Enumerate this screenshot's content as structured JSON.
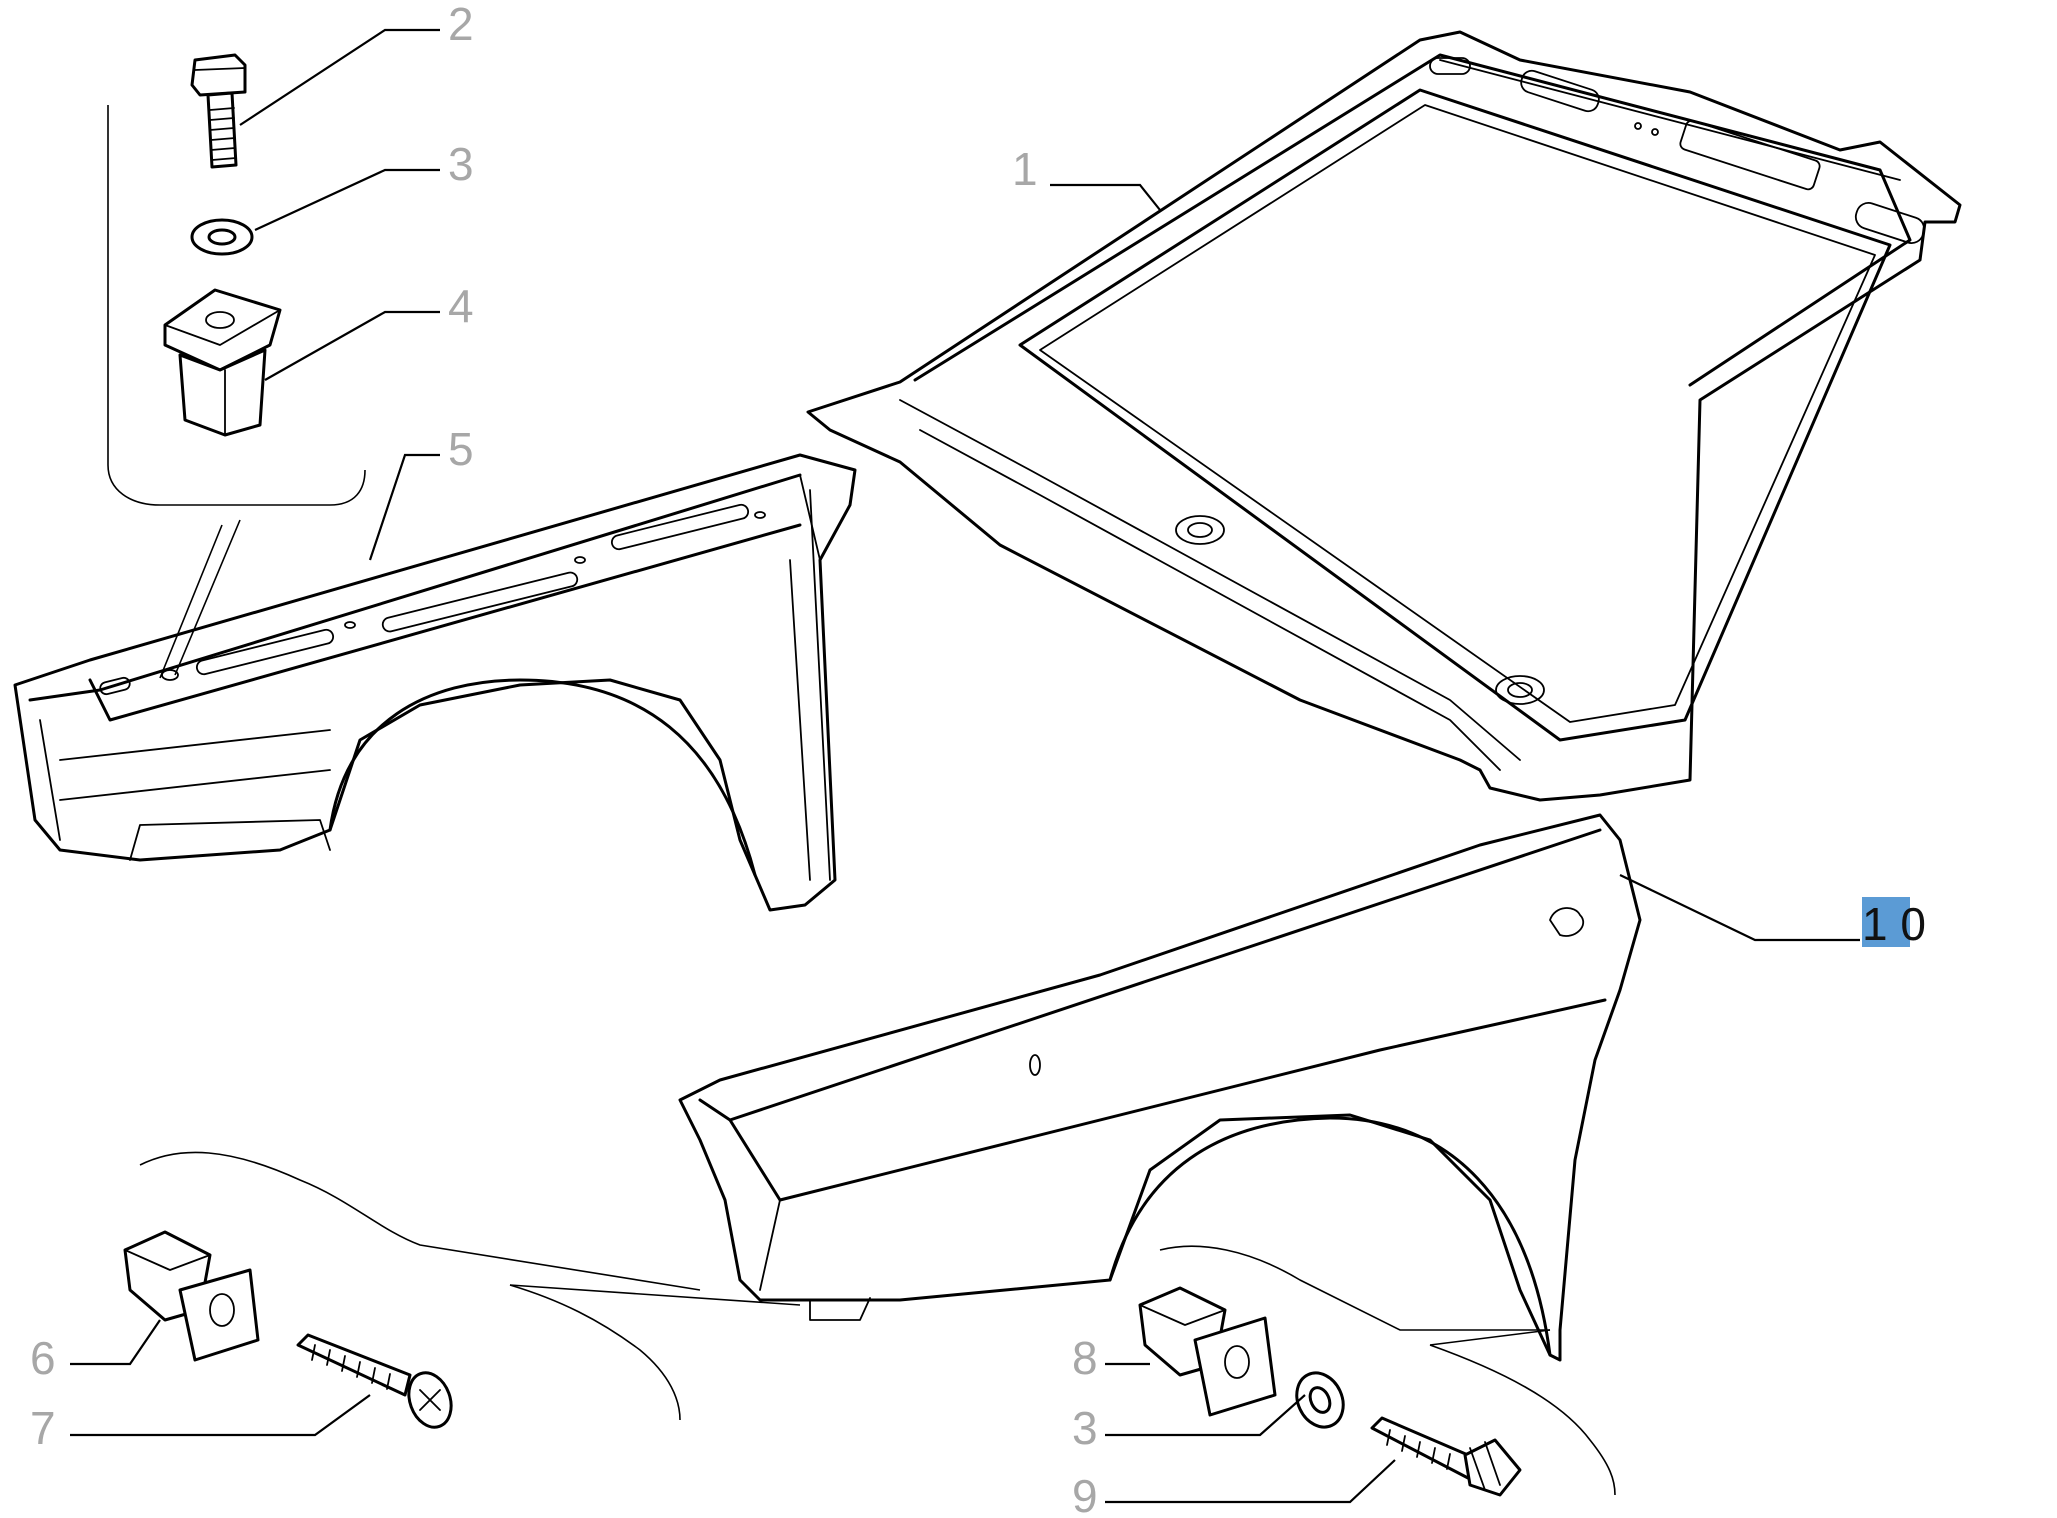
{
  "callouts": {
    "c1": "1",
    "c2": "2",
    "c3a": "3",
    "c4": "4",
    "c5": "5",
    "c6": "6",
    "c7": "7",
    "c8": "8",
    "c3b": "3",
    "c9": "9",
    "c10": "1 0"
  },
  "colors": {
    "callout_text": "#a7a7a7",
    "highlight": "#5b9bd5"
  }
}
